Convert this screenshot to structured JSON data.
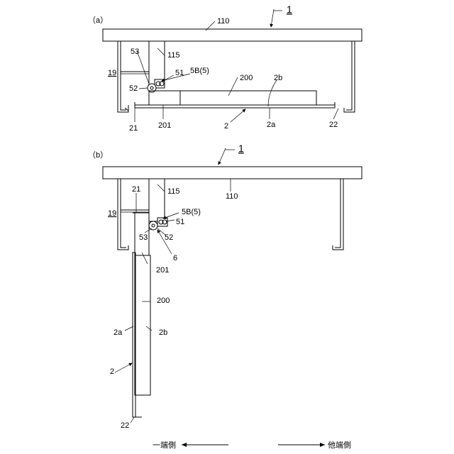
{
  "figure_a": {
    "caption": "（a）",
    "labels": {
      "ref_1": "1",
      "ref_110": "110",
      "ref_53": "53",
      "ref_115": "115",
      "ref_19": "19",
      "ref_51": "51",
      "ref_5b": "5B(5)",
      "ref_200": "200",
      "ref_2b": "2b",
      "ref_52": "52",
      "ref_21": "21",
      "ref_201": "201",
      "ref_2": "2",
      "ref_2a": "2a",
      "ref_22": "22"
    }
  },
  "figure_b": {
    "caption": "（b）",
    "labels": {
      "ref_1": "1",
      "ref_21": "21",
      "ref_115": "115",
      "ref_110": "110",
      "ref_19": "19",
      "ref_5b": "5B(5)",
      "ref_51": "51",
      "ref_53": "53",
      "ref_52": "52",
      "ref_6": "6",
      "ref_201": "201",
      "ref_200": "200",
      "ref_2a": "2a",
      "ref_2b": "2b",
      "ref_2": "2",
      "ref_22": "22"
    }
  },
  "direction": {
    "one_end_side": "一端側",
    "other_end_side": "他端側"
  }
}
